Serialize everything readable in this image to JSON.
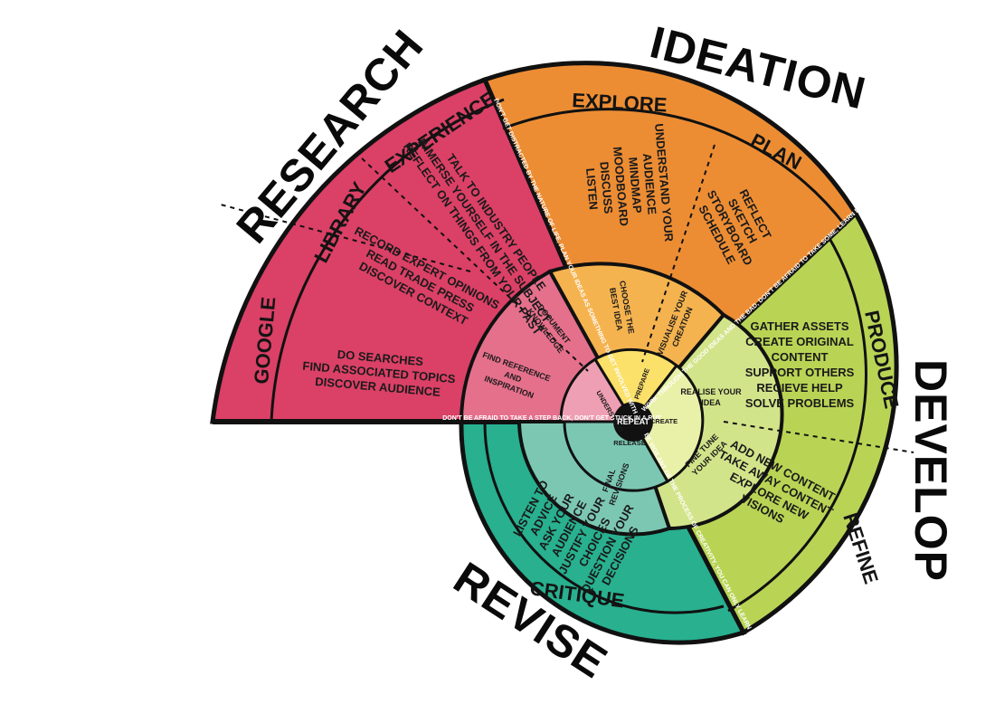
{
  "stages": {
    "research": "RESEARCH",
    "ideation": "IDEATION",
    "develop": "DEVELOP",
    "revise": "REVISE"
  },
  "phases": {
    "google": "GOOGLE",
    "library": "LIBRARY",
    "experience": "EXPERIENCE",
    "explore": "EXPLORE",
    "plan": "PLAN",
    "produce": "PRODUCE",
    "refine": "REFINE",
    "critique": "CRITIQUE"
  },
  "actions": {
    "google": [
      "DO SEARCHES",
      "FIND ASSOCIATED TOPICS",
      "DISCOVER AUDIENCE"
    ],
    "library": [
      "RECORD EXPERT OPINIONS",
      "READ TRADE PRESS",
      "DISCOVER CONTEXT"
    ],
    "experience": [
      "TALK TO INDUSTRY PEOPLE",
      "IMMERSE YOURSELF IN THE SUBJECT",
      "REFLECT ON THINGS FROM YOUR PAST"
    ],
    "explore": [
      "UNDERSTAND YOUR",
      "AUDIENCE",
      "MINDMAP",
      "MOODBOARD",
      "DISCUSS",
      "LISTEN"
    ],
    "plan": [
      "REFLECT",
      "SKETCH",
      "STORYBOARD",
      "SCHEDULE"
    ],
    "produce": [
      "GATHER ASSETS",
      "CREATE ORIGINAL",
      "CONTENT",
      "SUPPORT OTHERS",
      "RECIEVE HELP",
      "SOLVE PROBLEMS"
    ],
    "refine": [
      "ADD NEW CONTENT",
      "TAKE AWAY CONTENT",
      "EXPLORE NEW",
      "VISIONS"
    ],
    "critique": [
      "LISTEN TO",
      "ADVICE",
      "ASK YOUR",
      "AUDIENCE",
      "JUSTIFY YOUR",
      "CHOICES",
      "QUESTION YOUR",
      "DECISIONS"
    ]
  },
  "inner": {
    "find_reference": [
      "FIND REFERENCE",
      "AND",
      "INSPIRATION"
    ],
    "document": [
      "DOCUMENT",
      "KNOWLEDGE"
    ],
    "choose": [
      "CHOOSE THE",
      "BEST IDEA"
    ],
    "visualise": [
      "VISUALISE YOUR",
      "CREATION"
    ],
    "realise": [
      "REALISE YOUR",
      "IDEA"
    ],
    "fine_tune": [
      "FINE TUNE",
      "YOUR IDEA"
    ],
    "final": [
      "FINAL",
      "REVISIONS"
    ]
  },
  "core": {
    "understand": "UNDERSTAND",
    "prepare": "PREPARE",
    "create": "CREATE",
    "release": "RELEASE",
    "repeat": "REPEAT"
  },
  "divider_notes": {
    "research_ideation": "DON'T GET DISTRACTED BY THE NATURE OF LIFE, PLAN YOUR IDEAS AS SOMETHING TO GET INVOLVED WITH",
    "ideation_develop": "WORK THROUGH THE GOOD IDEAS AND THE BAD, DON'T BE AFRAID TO TAKE SOME, LEARN FROM YOUR MISTAKES",
    "research_revise": "DON'T BE AFRAID TO TAKE A STEP BACK, DON'T GET STUCK IN A RUT",
    "revise_develop": "BE VIGILANT OF THE PROCESS OF CREATIVITY, YOU CAN ONLY LEARN FROM WHAT YOU CREATE"
  },
  "colors": {
    "research": "#db4066",
    "research_inner": "#e5708c",
    "ideation": "#ec8d34",
    "ideation_inner": "#f5b34f",
    "ideation_core": "#fbe06a",
    "develop": "#b9d455",
    "develop_inner": "#d2e48a",
    "develop_core": "#e9f0a8",
    "revise": "#28b08f",
    "revise_inner": "#7cc7b2",
    "research_core": "#ef9fb3",
    "outline": "#111111"
  }
}
